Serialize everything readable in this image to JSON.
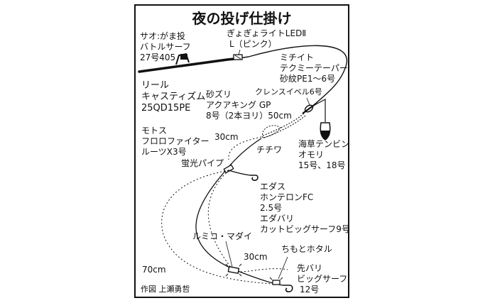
{
  "title": "夜の投げ仕掛け",
  "rod": {
    "lines": [
      "サオ:がま投",
      "バトルサーフ",
      "27号405"
    ]
  },
  "light": {
    "lines": [
      "ぎょぎょライトLEDⅡ",
      "L（ピンク）"
    ]
  },
  "michiito": {
    "lines": [
      "ミチイト",
      "テクミーテーパー",
      "砂紋PE1～6号"
    ]
  },
  "reel": {
    "lines": [
      "リール",
      "キャスティズム",
      "25QD15PE"
    ]
  },
  "sunazuri": {
    "lines": [
      "砂ズリ",
      "アクアキング GP",
      "8号（2本ヨリ）50cm"
    ]
  },
  "swivel": {
    "text": "クレンスイベル6号"
  },
  "motosu": {
    "lines": [
      "モトス",
      "フロロファイター",
      "ルーツX3号"
    ]
  },
  "len_30_upper": "30cm",
  "chichiwa": "チチワ",
  "sinker": {
    "lines": [
      "海草テンビン",
      "オモリ",
      "15号、18号"
    ]
  },
  "keiko_pipe": "蛍光パイプ",
  "edasu": {
    "lines": [
      "エダス",
      "ホンテロンFC",
      "2.5号",
      "エダバリ",
      "カットビッグサーフ9号"
    ]
  },
  "lumico": "ルミコ・マダイ",
  "chimoto": "ちもとホタル",
  "len_30_lower": "30cm",
  "len_70": "70cm",
  "sakibari": {
    "lines": [
      "先バリ",
      "ビッグサーフ",
      "12号"
    ]
  },
  "credit": "作図 上瀬勇哲"
}
